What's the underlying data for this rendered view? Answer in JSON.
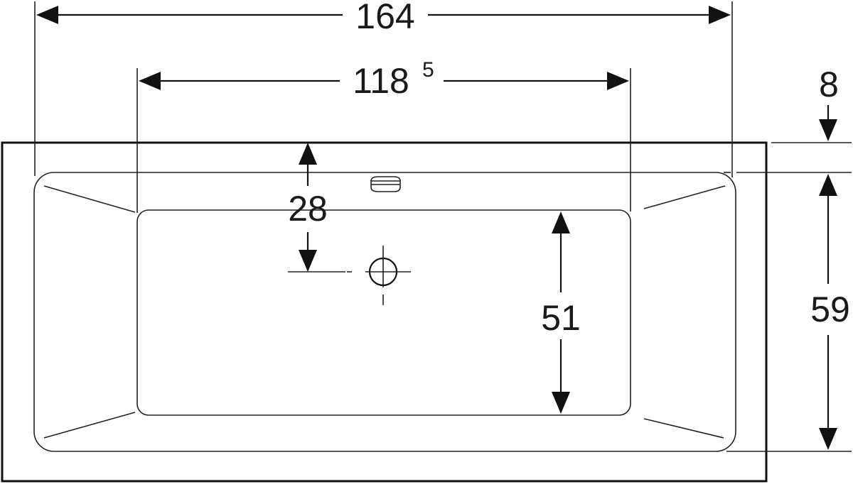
{
  "diagram": {
    "colors": {
      "line": "#111111",
      "background": "#ffffff"
    },
    "dimensions": {
      "overall_length": "164",
      "basin_length_main": "118",
      "basin_length_sup": "5",
      "rim_offset": "8",
      "drain_offset": "28",
      "basin_width": "51",
      "inner_width": "59"
    }
  }
}
